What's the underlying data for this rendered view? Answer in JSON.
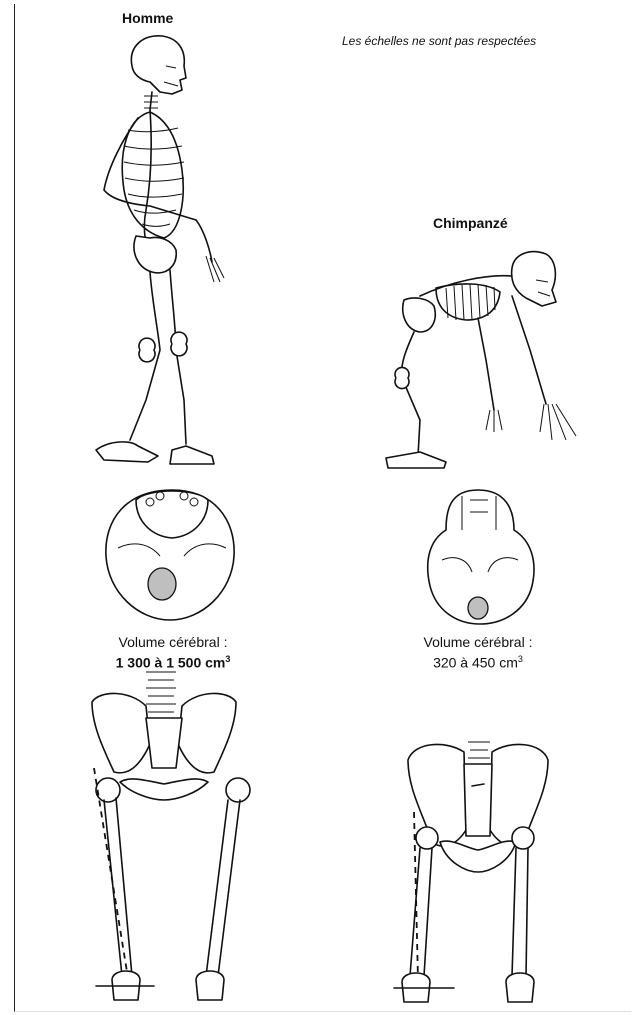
{
  "figure": {
    "human_title": "Homme",
    "chimp_title": "Chimpanzé",
    "scale_note": "Les échelles ne sont pas respectées",
    "human_volume": {
      "label": "Volume cérébral :",
      "value": "1 300 à 1 500 cm",
      "exponent": "3"
    },
    "chimp_volume": {
      "label": "Volume cérébral :",
      "value": "320 à 450 cm",
      "exponent": "3"
    }
  }
}
